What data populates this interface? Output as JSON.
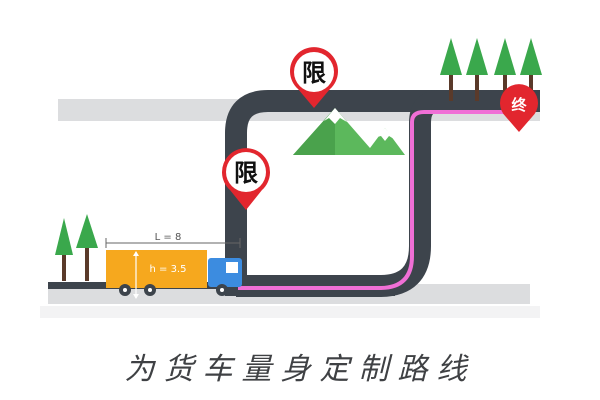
{
  "diagram": {
    "caption": "为货车量身定制路线",
    "pins": {
      "limit_top": "限",
      "limit_mid": "限",
      "end": "终"
    },
    "truck": {
      "length_label": "L = 8",
      "height_label": "h = 3.5"
    },
    "colors": {
      "road": "#3d444c",
      "route": "#f06fd6",
      "pin_red": "#e2262e",
      "truck_cargo": "#f6a81e",
      "truck_cab": "#3c8ce0",
      "tree": "#3aa84c",
      "mountain": "#5cb85c"
    }
  }
}
